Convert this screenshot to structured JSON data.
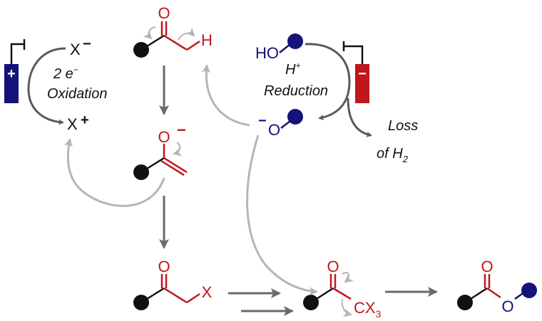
{
  "labels": {
    "x_minus": "X",
    "x_plus": "X",
    "minus_sign": "−",
    "plus_sign": "+",
    "oxidation_line1": "2 e",
    "oxidation_line1_sup": "−",
    "oxidation_line2": "Oxidation",
    "aldehyde_o": "O",
    "aldehyde_h": "H",
    "enolate_o": "O",
    "enolate_charge": "−",
    "ho": "HO",
    "reduction_line1": "H",
    "reduction_line1_sup": "+",
    "reduction_line2": "Reduction",
    "alkoxide_o": "O",
    "alkoxide_charge": "−",
    "loss_line1": "Loss",
    "loss_line2_pre": "of H",
    "loss_line2_sub": "2",
    "haloketone_o": "O",
    "haloketone_x": "X",
    "trihalo_o": "O",
    "trihalo_cx": "CX",
    "trihalo_sub": "3",
    "ester_carbonyl_o": "O",
    "ester_o": "O",
    "anode_sign": "+",
    "cathode_sign": "−"
  },
  "colors": {
    "red": "#c0161d",
    "navy": "#14137a",
    "black": "#111111",
    "gray_arrow": "#5a5a5a",
    "light_arrow": "#b5b5b5"
  }
}
